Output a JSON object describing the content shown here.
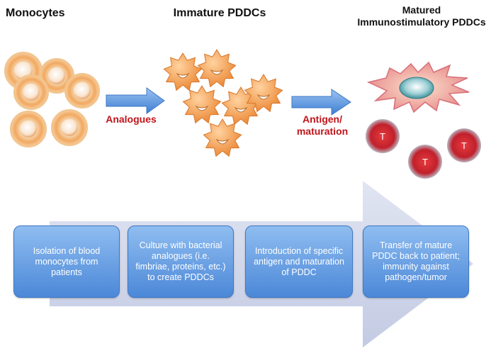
{
  "titles": {
    "monocytes": "Monocytes",
    "immature": "Immature PDDCs",
    "matured": "Matured\nImmunostimulatory  PDDCs"
  },
  "arrow_labels": {
    "analogues": "Analogues",
    "antigen": "Antigen/\nmaturation"
  },
  "t_cell_label": "T",
  "process_steps": [
    "Isolation of blood monocytes from patients",
    "Culture with bacterial analogues (i.e. fimbriae, proteins, etc.) to create PDDCs",
    "Introduction of specific antigen and maturation of PDDC",
    "Transfer of mature PDDC back to patient; immunity against pathogen/tumor"
  ],
  "colors": {
    "arrow_label": "#c0141b",
    "box_fill": "#5a95de",
    "big_arrow": "#d3d9ec",
    "monocyte": "#f2a860",
    "immature_cell": "#f09a4a",
    "t_cell": "#c8202a"
  }
}
